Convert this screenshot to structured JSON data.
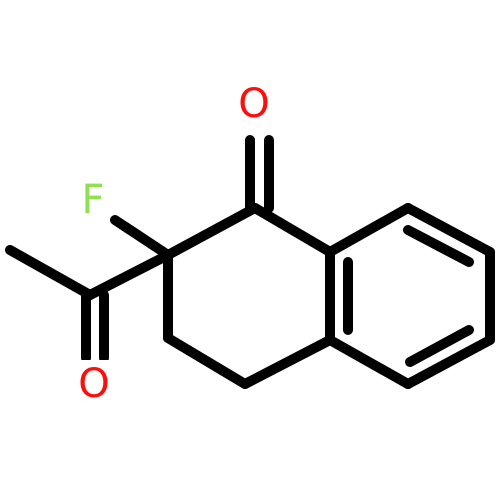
{
  "molecule": {
    "atoms": {
      "o_ketone": {
        "symbol": "O",
        "color": "#ff0d0d"
      },
      "fluorine": {
        "symbol": "F",
        "color": "#90e050"
      },
      "o_acetyl": {
        "symbol": "O",
        "color": "#ff0d0d"
      }
    },
    "bond_color": "#000000",
    "background": "#ffffff"
  }
}
